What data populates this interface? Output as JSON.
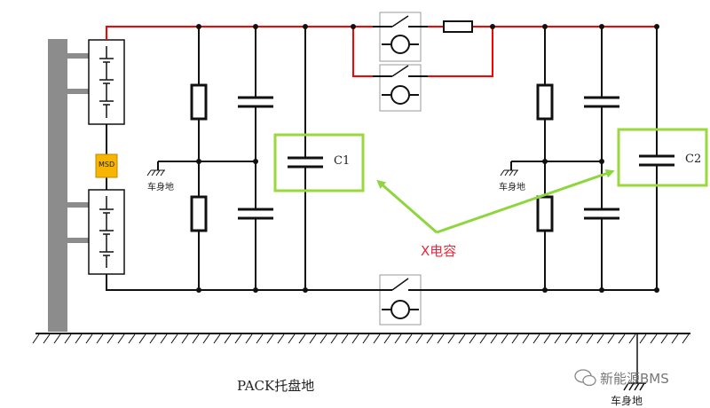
{
  "labels": {
    "msd": "MSD",
    "chassis_left": "车身地",
    "chassis_right": "车身地",
    "c1": "C1",
    "c2": "C2",
    "x_capacitor": "X电容",
    "pack_ground": "PACK托盘地",
    "chassis_bottom": "车身地",
    "watermark": "新能源BMS"
  },
  "colors": {
    "wire": "#111111",
    "hv_wire": "#ff0000",
    "highlight": "#9ad83b",
    "arrow": "#8ed63d",
    "msd_fill": "#f7b500",
    "frame_gray": "#8c8c8c",
    "x_text": "#e8283a"
  },
  "icons": [
    "battery-module-icon",
    "contactor-switch-icon",
    "resistor-icon",
    "capacitor-icon",
    "ground-icon",
    "wechat-icon"
  ]
}
